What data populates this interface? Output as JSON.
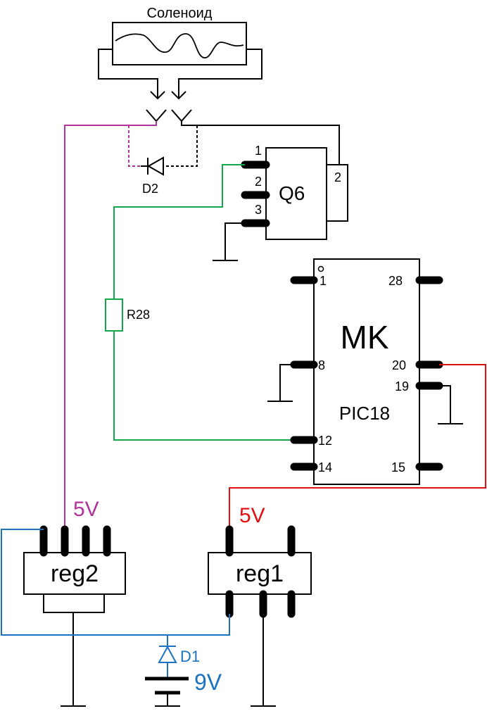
{
  "solenoid": {
    "label": "Соленоид"
  },
  "diodes": {
    "d1": "D1",
    "d2": "D2"
  },
  "resistor": {
    "label": "R28"
  },
  "transistor": {
    "label": "Q6",
    "pin1": "1",
    "pin2": "2",
    "pin3": "3",
    "tab": "2"
  },
  "mcu": {
    "title": "MK",
    "part": "PIC18",
    "pins": {
      "p1": "1",
      "p28": "28",
      "p8": "8",
      "p20": "20",
      "p19": "19",
      "p12": "12",
      "p14": "14",
      "p15": "15"
    }
  },
  "regulators": {
    "reg1": {
      "label": "reg1",
      "output": "5V"
    },
    "reg2": {
      "label": "reg2",
      "output": "5V"
    }
  },
  "battery": {
    "label": "9V"
  },
  "colors": {
    "reg2_5v": "#b0349c",
    "reg1_5v": "#e01010",
    "battery": "#1a72c0",
    "signal": "#12a84a",
    "wire": "#000000"
  }
}
